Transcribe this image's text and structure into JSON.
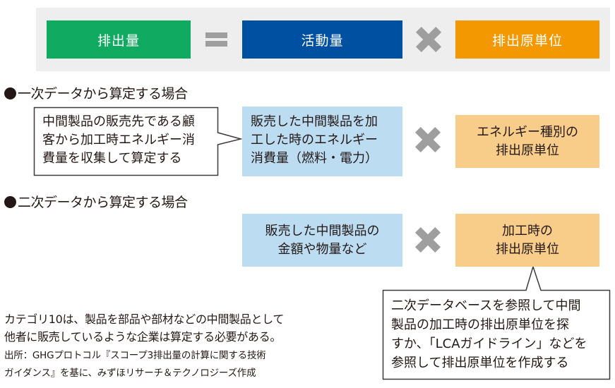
{
  "formula": {
    "result_label": "排出量",
    "equals_symbol": "=",
    "activity_label": "活動量",
    "times_symbol": "×",
    "factor_label": "排出原単位",
    "colors": {
      "result": "#10aa60",
      "activity": "#0050a2",
      "factor": "#f39800",
      "operator": "#9e9e9e",
      "band": "#edeeed"
    }
  },
  "primary": {
    "heading": "一次データから算定する場合",
    "callout_lines": [
      "中間製品の販売先である顧",
      "客から加工時エネルギー消",
      "費量を収集して算定する"
    ],
    "activity_lines": [
      "販売した中間製品を加",
      "工した時のエネルギー",
      "消費量（燃料・電力）"
    ],
    "factor_lines": [
      "エネルギー種別の",
      "排出原単位"
    ]
  },
  "secondary": {
    "heading": "二次データから算定する場合",
    "activity_lines": [
      "販売した中間製品の",
      "金額や物量など"
    ],
    "factor_lines": [
      "加工時の",
      "排出原単位"
    ],
    "callout_lines": [
      "二次データベースを参照して中間",
      "製品の加工時の排出原単位を探",
      "すか、「LCAガイドライン」などを",
      "参照して排出原単位を作成する"
    ]
  },
  "footer": {
    "note_lines": [
      "カテゴリ10は、製品を部品や部材などの中間製品として",
      "他者に販売しているような企業は算定する必要がある。"
    ],
    "source_lines": [
      "出所：GHGプロトコル『スコープ3排出量の計算に関する技術",
      "ガイダンス』を基に、みずほリサーチ＆テクノロジーズ作成"
    ]
  },
  "colors": {
    "light_blue": "#bcdcf2",
    "light_orange": "#f8cd8a",
    "text": "#231815"
  }
}
